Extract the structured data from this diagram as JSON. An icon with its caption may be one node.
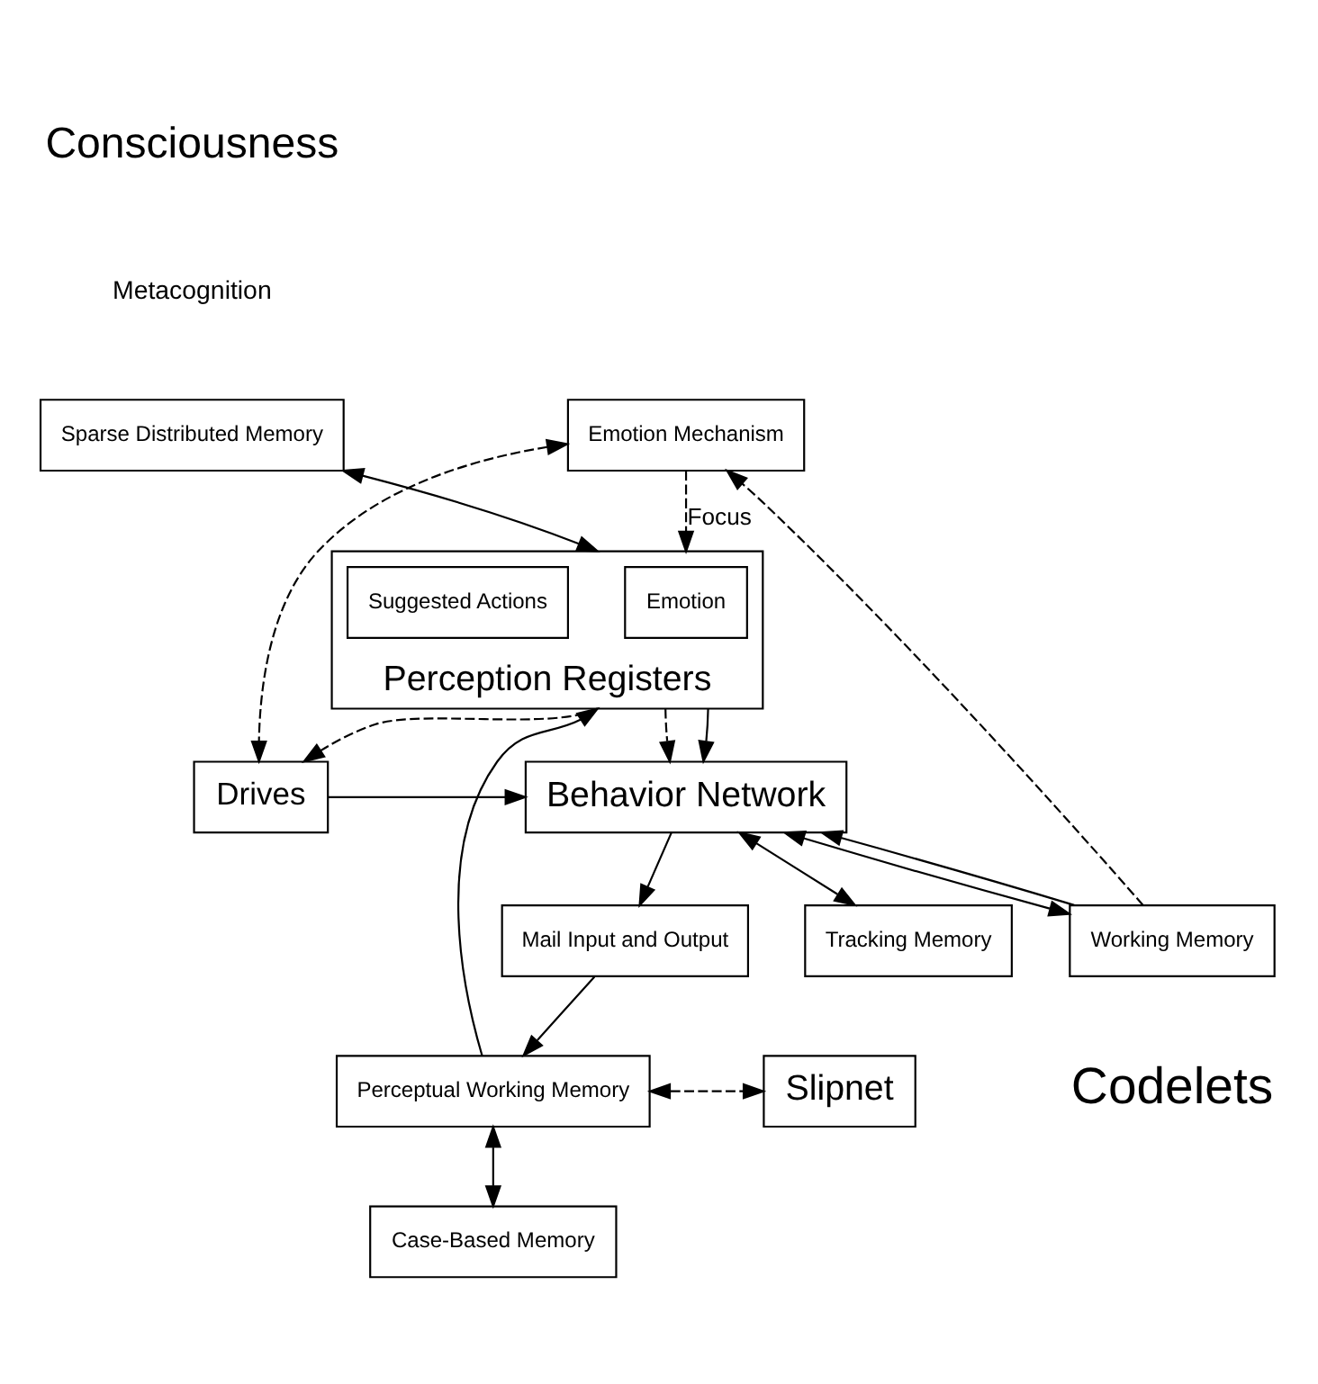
{
  "diagram": {
    "nodes": [
      {
        "text": [
          "Consciousness"
        ]
      },
      {
        "text": [
          "Metacognition"
        ]
      },
      {
        "text": [
          "Sparse Distributed Memory"
        ]
      },
      {
        "text": [
          "Emotion Mechanism"
        ]
      },
      {
        "text": [
          "Perception Registers"
        ]
      },
      {
        "text": [
          "Emotion"
        ],
        "in": 4
      },
      {
        "text": [
          "Suggested Actions"
        ],
        "in": 4
      },
      {
        "text": [
          "Perceptual Working Memory"
        ]
      },
      {
        "text": [
          "Slipnet"
        ]
      },
      {
        "text": [
          "Drives"
        ]
      },
      {
        "text": [
          "Behavior Network"
        ]
      },
      {
        "text": [
          "Mail Input and Output"
        ]
      },
      {
        "text": [
          "Case-Based Memory"
        ]
      },
      {
        "text": [
          "Working Memory"
        ]
      },
      {
        "text": [
          "Tracking Memory"
        ]
      },
      {
        "text": [
          "Codelets"
        ]
      }
    ],
    "edges": [
      {
        "from": 2,
        "to": 4,
        "arrow": "both"
      },
      {
        "from": 3,
        "to": 4,
        "arrow": "to",
        "label": "Focus",
        "style": "dashed"
      },
      {
        "from": 7,
        "to": 4,
        "arrow": "to"
      },
      {
        "from": 7,
        "to": 8,
        "arrow": "both",
        "style": "dashed"
      },
      {
        "from": 7,
        "to": 12,
        "arrow": "both"
      },
      {
        "from": 11,
        "to": 7,
        "arrow": "to"
      },
      {
        "from": 3,
        "to": 9,
        "arrow": "both",
        "style": "dashed"
      },
      {
        "from": 4,
        "to": 9,
        "arrow": "to",
        "style": "dashed"
      },
      {
        "from": 9,
        "to": 10,
        "arrow": "to"
      },
      {
        "from": 4,
        "to": 10,
        "arrow": "to",
        "style": "dashed"
      },
      {
        "from": 4,
        "to": 10,
        "arrow": "to"
      },
      {
        "from": 10,
        "to": 11,
        "arrow": "to"
      },
      {
        "from": 10,
        "to": 13,
        "arrow": "both"
      },
      {
        "from": 13,
        "to": 10,
        "arrow": "to"
      },
      {
        "from": 10,
        "to": 14,
        "arrow": "both"
      },
      {
        "from": 13,
        "to": 3,
        "arrow": "to",
        "style": "dashed"
      }
    ]
  }
}
